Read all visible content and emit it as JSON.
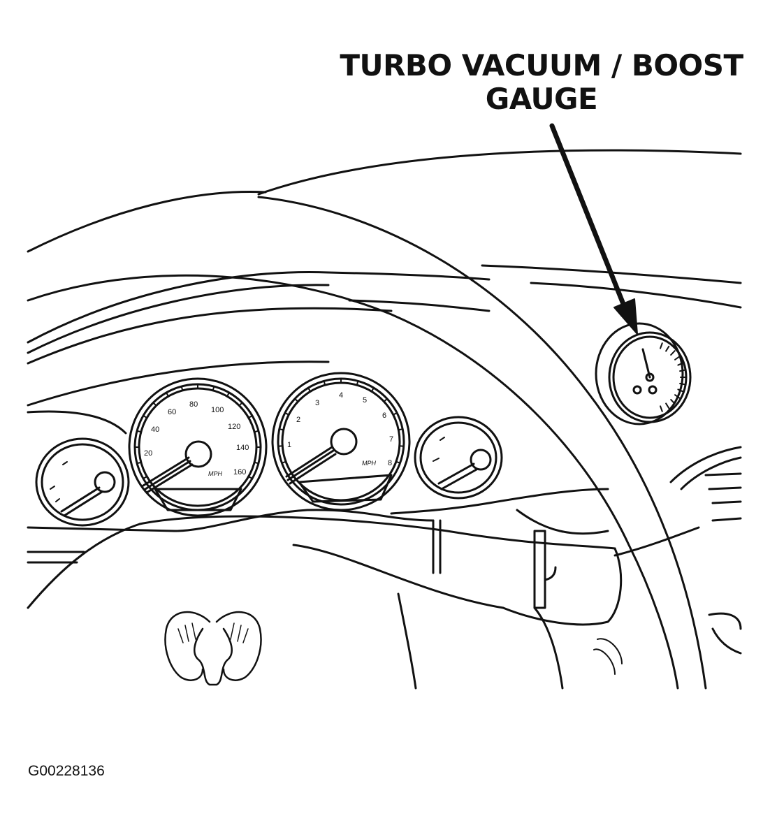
{
  "callout": {
    "line1": "TURBO VACUUM / BOOST",
    "line2": "GAUGE"
  },
  "figure_id": "G00228136",
  "speedometer": {
    "ticks": [
      "20",
      "40",
      "60",
      "80",
      "100",
      "120",
      "140",
      "160"
    ],
    "unit": "MPH"
  },
  "tachometer": {
    "ticks": [
      "1",
      "2",
      "3",
      "4",
      "5",
      "6",
      "7",
      "8"
    ],
    "unit": "MPH"
  },
  "icons": {
    "logo": "ram-head-logo",
    "arrow": "callout-arrow"
  }
}
